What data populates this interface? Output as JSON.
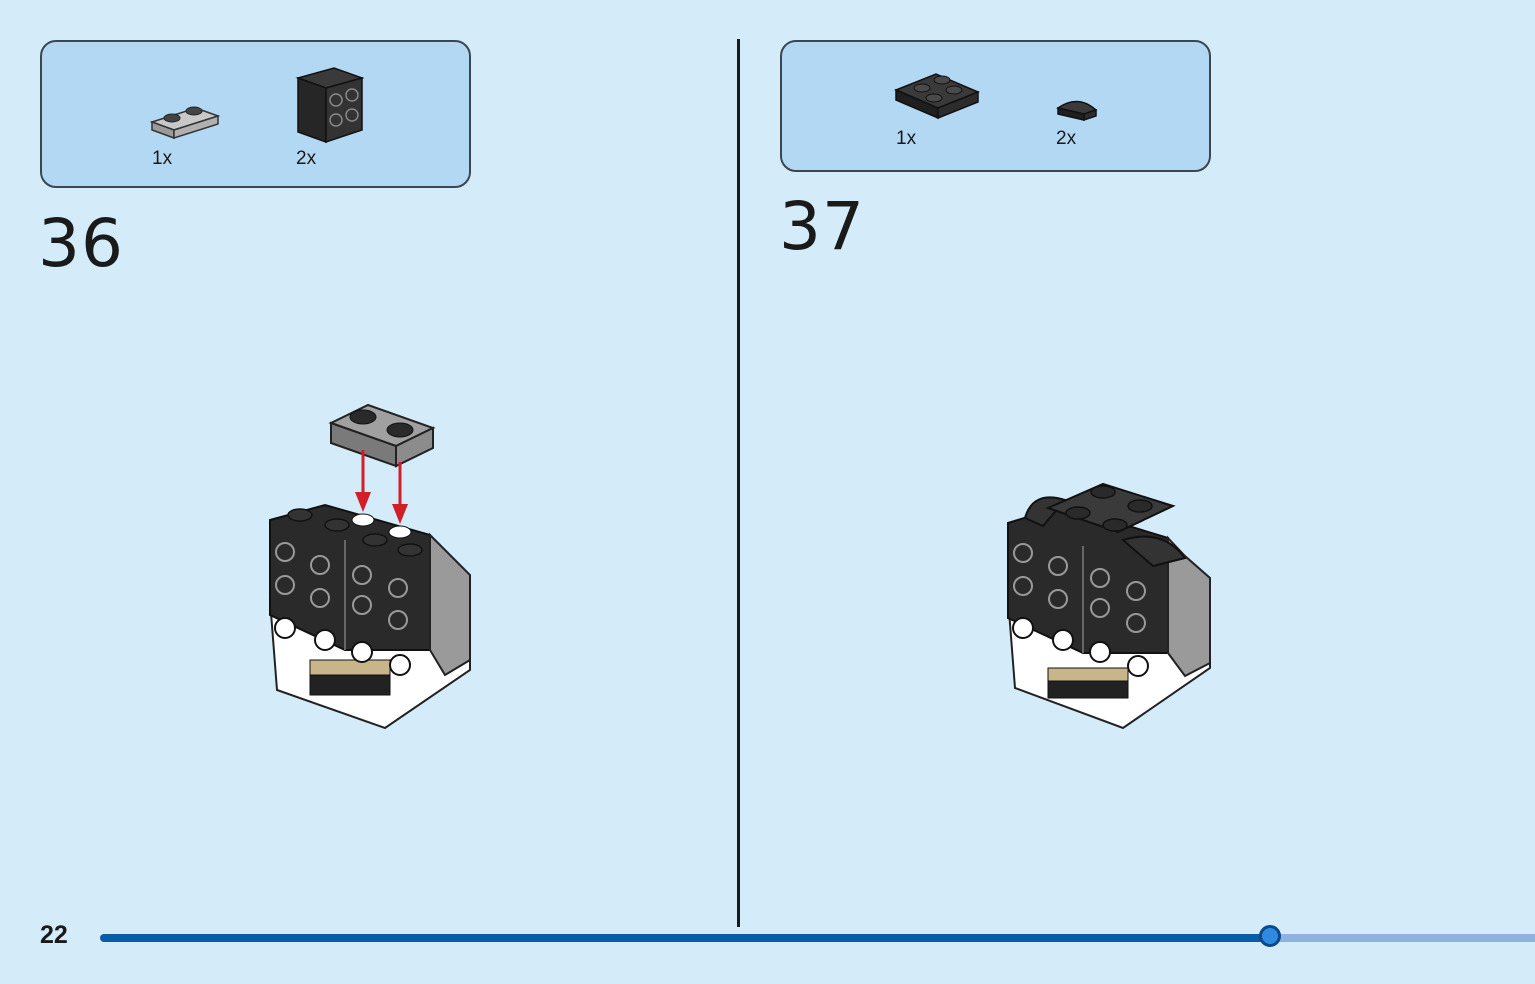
{
  "page": {
    "number": "22"
  },
  "progress": {
    "fraction": 0.817
  },
  "steps": [
    {
      "number": "36",
      "parts": [
        {
          "icon": "light-gray-1x2-plate-icon",
          "qty": "1x"
        },
        {
          "icon": "black-2x2-brick-with-side-studs-icon",
          "qty": "2x"
        }
      ]
    },
    {
      "number": "37",
      "parts": [
        {
          "icon": "black-2x2-plate-icon",
          "qty": "1x"
        },
        {
          "icon": "black-quarter-round-tile-icon",
          "qty": "2x"
        }
      ]
    }
  ],
  "colors": {
    "background": "#d4ebfa",
    "parts_box": "#b3d8f4",
    "progress_done": "#0a5ca8",
    "progress_rest": "#8fb1df",
    "arrow": "#d11f2a"
  }
}
